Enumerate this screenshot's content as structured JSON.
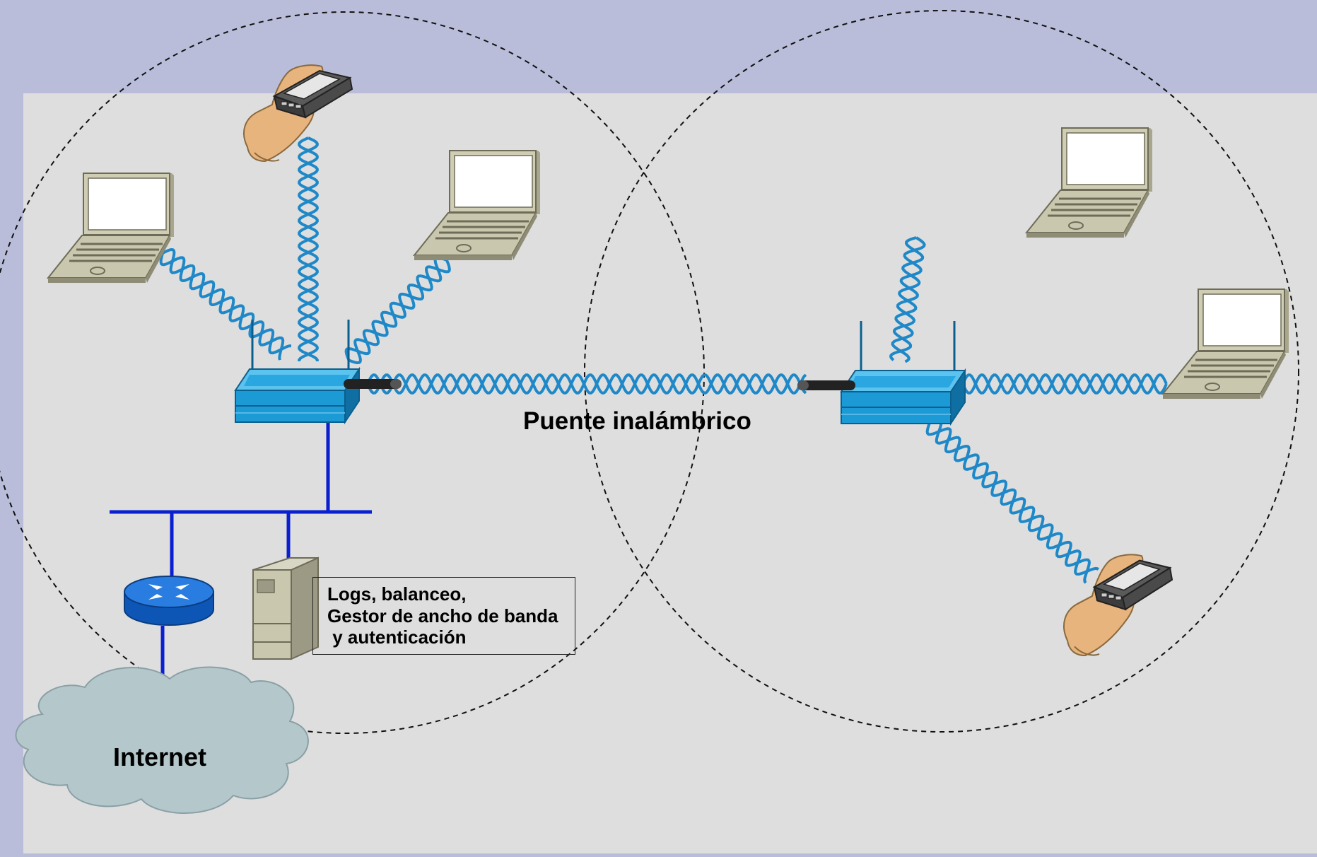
{
  "colors": {
    "outer_background": "#b9bdd9",
    "panel_background": "#dedede",
    "wireless_wave": "#1e88c8",
    "wired_link": "#0a1fd0",
    "access_point": "#1b9ad6",
    "router": "#1a6fd6",
    "cloud": "#b4c8cc",
    "device_body": "#c9c7ad",
    "hand_skin": "#e8b47e",
    "coverage_circle": "#111111"
  },
  "labels": {
    "bridge": "Puente inalámbrico",
    "internet": "Internet",
    "server_note": [
      "Logs, balanceo,",
      "Gestor de ancho de banda",
      " y autenticación"
    ]
  },
  "icons": {
    "laptop": "laptop-icon",
    "pda": "pda-handheld-icon",
    "access_point": "wireless-access-point-icon",
    "router": "router-icon",
    "server": "server-tower-icon",
    "cloud": "internet-cloud-icon",
    "antenna": "directional-antenna-icon"
  }
}
